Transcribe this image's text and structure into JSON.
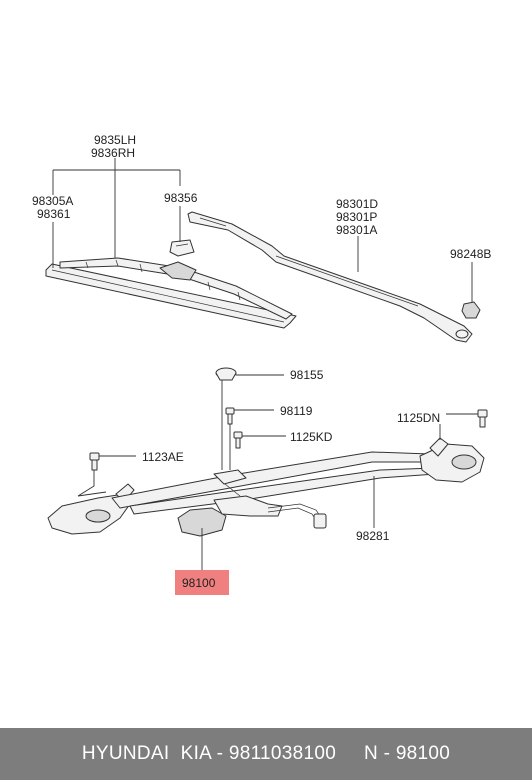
{
  "labels": {
    "p9835": "9835LH",
    "p9836": "9836RH",
    "p98305": "98305A",
    "p98361": "98361",
    "p98356": "98356",
    "p98301d": "98301D",
    "p98301p": "98301P",
    "p98301a": "98301A",
    "p98248": "98248B",
    "p98155": "98155",
    "p98119": "98119",
    "p1125kd": "1125KD",
    "p1125dn": "1125DN",
    "p1123ae": "1123AE",
    "p98281": "98281",
    "p98100": "98100"
  },
  "colors": {
    "highlight": "#f08080",
    "footer_bg": "#7d7d7d"
  },
  "footer": {
    "text": "HYUNDAI  KIA - 9811038100     N - 98100"
  }
}
